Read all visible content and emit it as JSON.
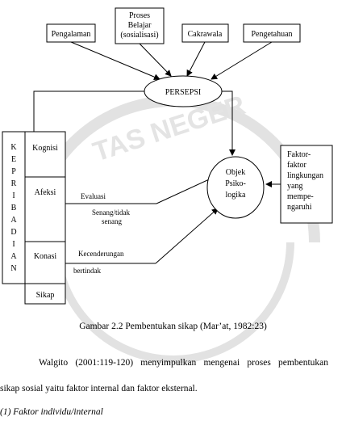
{
  "diagram": {
    "inputs": [
      {
        "name": "pengalaman",
        "label": "Pengalaman"
      },
      {
        "name": "proses-belajar",
        "lines": [
          "Proses",
          "Belajar",
          "(sosialisasi)"
        ]
      },
      {
        "name": "cakrawala",
        "label": "Cakrawala"
      },
      {
        "name": "pengetahuan",
        "label": "Pengetahuan"
      }
    ],
    "persepsi": "PERSEPSI",
    "kepribadian_letters": [
      "K",
      "E",
      "P",
      "R",
      "I",
      "B",
      "A",
      "D",
      "I",
      "A",
      "N"
    ],
    "components": {
      "kognisi": "Kognisi",
      "afeksi": "Afeksi",
      "konasi": "Konasi",
      "sikap": "Sikap"
    },
    "labels": {
      "evaluasi": "Evaluasi",
      "senang_line1": "Senang/tidak",
      "senang_line2": "senang",
      "kecenderungan": "Kecenderungan",
      "bertindak": "bertindak"
    },
    "objek_lines": [
      "Objek",
      "Psiko-",
      "logika"
    ],
    "faktor_lines": [
      "Faktor-",
      "faktor",
      "lingkungan",
      "yang",
      "mempe-",
      "ngaruhi"
    ]
  },
  "caption": "Gambar 2.2  Pembentukan sikap (Mar’at, 1982:23)",
  "paragraph_1": "Walgito (2001:119-120) menyimpulkan mengenai proses pembentukan",
  "paragraph_2": "sikap sosial yaitu faktor internal dan faktor eksternal.",
  "list_item": "(1)   Faktor individu/internal",
  "colors": {
    "watermark": "#dcdcdc",
    "ink": "#000000"
  }
}
